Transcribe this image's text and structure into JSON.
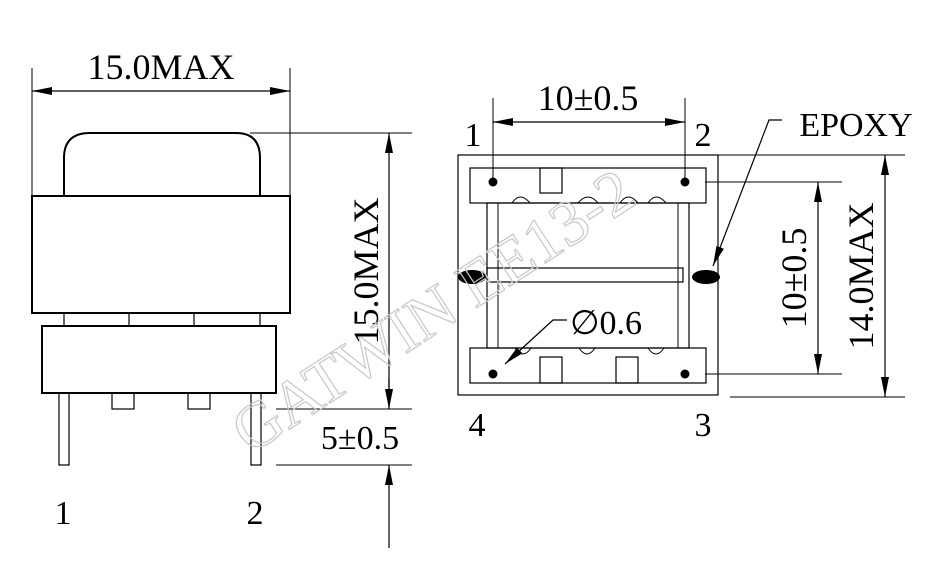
{
  "side_view": {
    "width_label": "15.0MAX",
    "height_label": "15.0MAX",
    "pin_length_label": "5±0.5",
    "pin_left_label": "1",
    "pin_right_label": "2"
  },
  "top_view": {
    "pitch_horizontal_label": "10±0.5",
    "pitch_vertical_label": "10±0.5",
    "depth_label": "14.0MAX",
    "epoxy_label": "EPOXY",
    "hole_label": "∅0.6",
    "pin_1_label": "1",
    "pin_2_label": "2",
    "pin_3_label": "3",
    "pin_4_label": "4"
  },
  "watermark": {
    "text": "GATWIN EE13-2"
  }
}
